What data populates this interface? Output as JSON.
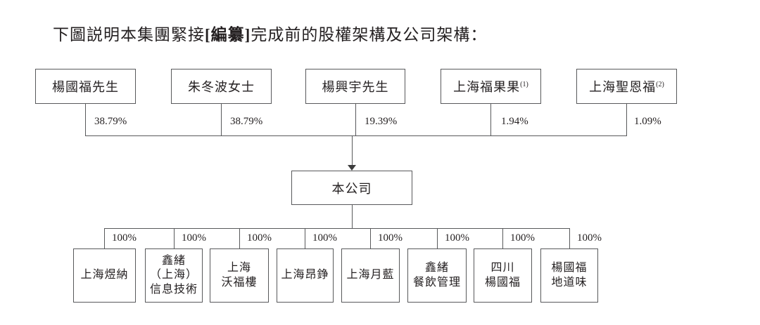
{
  "page": {
    "title_prefix": "下圖説明本集團緊接",
    "title_redacted": "[編纂]",
    "title_suffix": "完成前的股權架構及公司架構："
  },
  "colors": {
    "line": "#58595b",
    "text": "#231f20",
    "background": "#ffffff"
  },
  "diagram": {
    "shareholders": [
      {
        "label": "楊國福先生",
        "sup": "",
        "ownership": "38.79%"
      },
      {
        "label": "朱冬波女士",
        "sup": "",
        "ownership": "38.79%"
      },
      {
        "label": "楊興宇先生",
        "sup": "",
        "ownership": "19.39%"
      },
      {
        "label": "上海福果果",
        "sup": "(1)",
        "ownership": "1.94%"
      },
      {
        "label": "上海聖恩福",
        "sup": "(2)",
        "ownership": "1.09%"
      }
    ],
    "company": {
      "label": "本公司"
    },
    "subsidiaries": [
      {
        "label": "上海煜納",
        "ownership": "100%"
      },
      {
        "label": "鑫緒\n（上海）\n信息技術",
        "ownership": "100%"
      },
      {
        "label": "上海\n沃福樓",
        "ownership": "100%"
      },
      {
        "label": "上海昂錚",
        "ownership": "100%"
      },
      {
        "label": "上海月藍",
        "ownership": "100%"
      },
      {
        "label": "鑫緒\n餐飲管理",
        "ownership": "100%"
      },
      {
        "label": "四川\n楊國福",
        "ownership": "100%"
      },
      {
        "label": "楊國福\n地道味",
        "ownership": "100%"
      }
    ]
  }
}
